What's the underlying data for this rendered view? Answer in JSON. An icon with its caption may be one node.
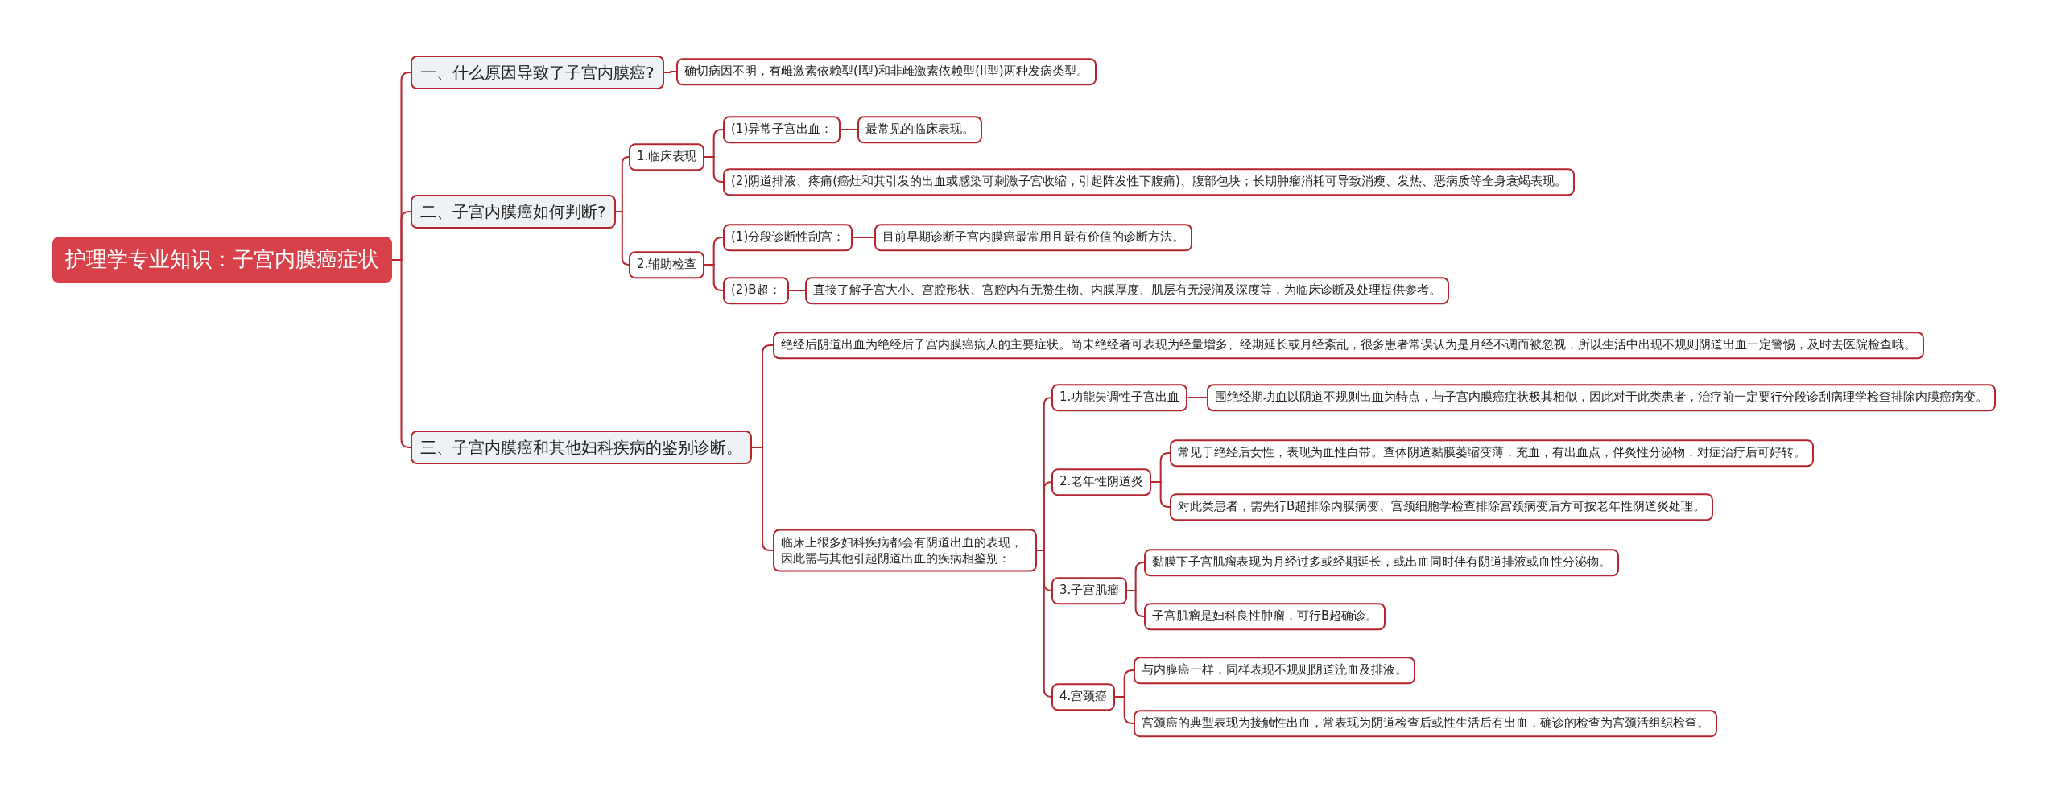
{
  "diagram": {
    "nodes": [
      {
        "text": [
          "护理学专业知识：子宫内膜癌症状"
        ]
      },
      {
        "text": [
          "一、什么原因导致了子宫内膜癌?"
        ]
      },
      {
        "text": [
          "确切病因不明，有雌激素依赖型(I型)和非雌激素依赖型(II型)两种发病类型。"
        ]
      },
      {
        "text": [
          "二、子宫内膜癌如何判断?"
        ]
      },
      {
        "text": [
          "1.临床表现"
        ]
      },
      {
        "text": [
          "(1)异常子宫出血："
        ]
      },
      {
        "text": [
          "最常见的临床表现。"
        ]
      },
      {
        "text": [
          "(2)阴道排液、疼痛(癌灶和其引发的出血或感染可刺激子宫收缩，引起阵发性下腹痛)、腹部包块；长期肿瘤消耗可导致消瘦、发热、恶病质等全身衰竭表现。"
        ]
      },
      {
        "text": [
          "2.辅助检查"
        ]
      },
      {
        "text": [
          "(1)分段诊断性刮宫："
        ]
      },
      {
        "text": [
          "目前早期诊断子宫内膜癌最常用且最有价值的诊断方法。"
        ]
      },
      {
        "text": [
          "(2)B超："
        ]
      },
      {
        "text": [
          "直接了解子宫大小、宫腔形状、宫腔内有无赘生物、内膜厚度、肌层有无浸润及深度等，为临床诊断及处理提供参考。"
        ]
      },
      {
        "text": [
          "三、子宫内膜癌和其他妇科疾病的鉴别诊断。"
        ]
      },
      {
        "text": [
          "绝经后阴道出血为绝经后子宫内膜癌病人的主要症状。尚未绝经者可表现为经量增多、经期延长或月经紊乱，很多患者常误认为是月经不调而被忽视，所以生活中出现不规则阴道出血一定警惕，及时去医院检查哦。"
        ]
      },
      {
        "text": [
          "临床上很多妇科疾病都会有阴道出血的表现，因此需与其他引起阴道出血的疾病相鉴别："
        ]
      },
      {
        "text": [
          "1.功能失调性子宫出血"
        ]
      },
      {
        "text": [
          "围绝经期功血以阴道不规则出血为特点，与子宫内膜癌症状极其相似，因此对于此类患者，治疗前一定要行分段诊刮病理学检查排除内膜癌病变。"
        ]
      },
      {
        "text": [
          "2.老年性阴道炎"
        ]
      },
      {
        "text": [
          "常见于绝经后女性，表现为血性白带。查体阴道黏膜萎缩变薄，充血，有出血点，伴炎性分泌物，对症治疗后可好转。"
        ]
      },
      {
        "text": [
          "对此类患者，需先行B超排除内膜病变、宫颈细胞学检查排除宫颈病变后方可按老年性阴道炎处理。"
        ]
      },
      {
        "text": [
          "3.子宫肌瘤"
        ]
      },
      {
        "text": [
          "黏膜下子宫肌瘤表现为月经过多或经期延长，或出血同时伴有阴道排液或血性分泌物。"
        ]
      },
      {
        "text": [
          "子宫肌瘤是妇科良性肿瘤，可行B超确诊。"
        ]
      },
      {
        "text": [
          "4.宫颈癌"
        ]
      },
      {
        "text": [
          "与内膜癌一样，同样表现不规则阴道流血及排液。"
        ]
      },
      {
        "text": [
          "宫颈癌的典型表现为接触性出血，常表现为阴道检查后或性生活后有出血，确诊的检查为宫颈活组织检查。"
        ]
      }
    ],
    "edges": [
      {
        "from": 0,
        "to": 1,
        "arrow": "none"
      },
      {
        "from": 0,
        "to": 3,
        "arrow": "none"
      },
      {
        "from": 0,
        "to": 13,
        "arrow": "none"
      },
      {
        "from": 1,
        "to": 2,
        "arrow": "none"
      },
      {
        "from": 3,
        "to": 4,
        "arrow": "none"
      },
      {
        "from": 3,
        "to": 8,
        "arrow": "none"
      },
      {
        "from": 4,
        "to": 5,
        "arrow": "none"
      },
      {
        "from": 4,
        "to": 7,
        "arrow": "none"
      },
      {
        "from": 5,
        "to": 6,
        "arrow": "none"
      },
      {
        "from": 8,
        "to": 9,
        "arrow": "none"
      },
      {
        "from": 8,
        "to": 11,
        "arrow": "none"
      },
      {
        "from": 9,
        "to": 10,
        "arrow": "none"
      },
      {
        "from": 11,
        "to": 12,
        "arrow": "none"
      },
      {
        "from": 13,
        "to": 14,
        "arrow": "none"
      },
      {
        "from": 13,
        "to": 15,
        "arrow": "none"
      },
      {
        "from": 15,
        "to": 16,
        "arrow": "none"
      },
      {
        "from": 15,
        "to": 18,
        "arrow": "none"
      },
      {
        "from": 15,
        "to": 21,
        "arrow": "none"
      },
      {
        "from": 15,
        "to": 24,
        "arrow": "none"
      },
      {
        "from": 16,
        "to": 17,
        "arrow": "none"
      },
      {
        "from": 18,
        "to": 19,
        "arrow": "none"
      },
      {
        "from": 18,
        "to": 20,
        "arrow": "none"
      },
      {
        "from": 21,
        "to": 22,
        "arrow": "none"
      },
      {
        "from": 21,
        "to": 23,
        "arrow": "none"
      },
      {
        "from": 24,
        "to": 25,
        "arrow": "none"
      },
      {
        "from": 24,
        "to": 26,
        "arrow": "none"
      }
    ]
  }
}
